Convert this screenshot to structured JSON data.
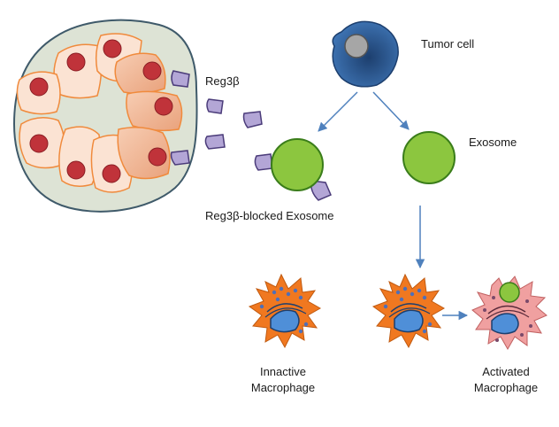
{
  "labels": {
    "tumor_cell": "Tumor cell",
    "reg3b": "Reg3β",
    "exosome": "Exosome",
    "blocked_exosome": "Reg3β-blocked Exosome",
    "inactive_line1": "Innactive",
    "inactive_line2": "Macrophage",
    "activated_line1": "Activated",
    "activated_line2": "Macrophage"
  },
  "colors": {
    "tumor_blue": "#2f5f9a",
    "tumor_nucleus": "#a6a6a6",
    "exosome_green": "#8cc63f",
    "exosome_outline": "#3a7d1a",
    "reg3b_purple": "#b3a6d6",
    "reg3b_outline": "#4b3c7a",
    "arrow_blue": "#4f81bd",
    "macrophage_orange": "#f07820",
    "macrophage_pink": "#f0a0a0",
    "macrophage_blue": "#4f8fd8",
    "islet_fill": "#dde3d5",
    "islet_outline": "#3f5a6a",
    "acinar_peach": "#fbe3d3",
    "acinar_dark": "#f3bfa0",
    "acinar_outline": "#f08a3c",
    "nucleus_red": "#c0333a"
  }
}
